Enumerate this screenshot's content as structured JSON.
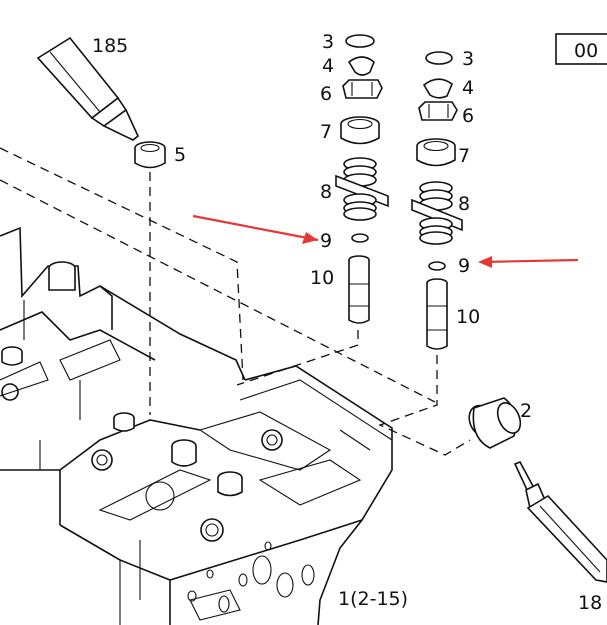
{
  "part_labels": {
    "sealant_top": "185",
    "plug_5": "5",
    "left_3": "3",
    "left_4": "4",
    "left_6": "6",
    "left_7": "7",
    "left_8": "8",
    "left_9": "9",
    "left_10": "10",
    "right_3": "3",
    "right_4": "4",
    "right_6": "6",
    "right_7": "7",
    "right_8": "8",
    "right_9": "9",
    "right_10": "10",
    "cap_2": "2",
    "cylinder_head": "1(2-15)",
    "sealant_bottom": "18"
  },
  "ref_box": {
    "text": "00"
  },
  "arrow_color": "#e53935"
}
